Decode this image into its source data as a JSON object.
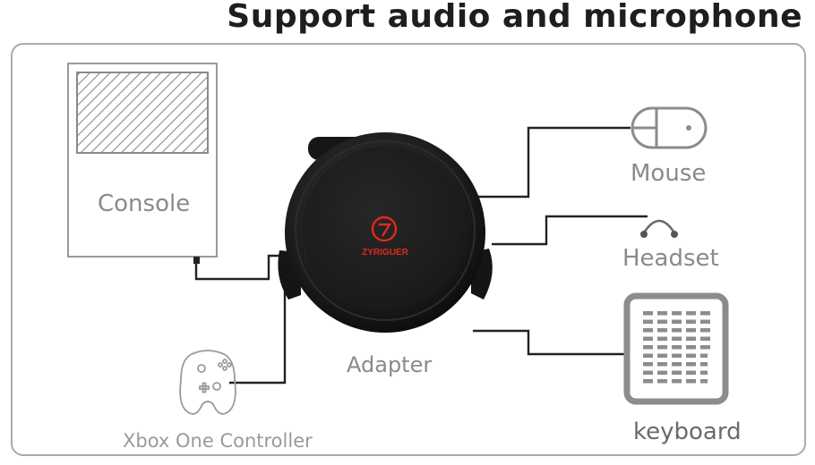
{
  "title": "Support audio and microphone",
  "labels": {
    "console": "Console",
    "adapter": "Adapter",
    "mouse": "Mouse",
    "headset": "Headset",
    "keyboard": "keyboard",
    "controller": "Xbox One Controller"
  },
  "adapter_logo_text": "ZYRIGUER",
  "icons": {
    "console": "console-icon",
    "adapter": "adapter-device",
    "mouse": "mouse-icon",
    "headset": "headset-icon",
    "keyboard": "keyboard-icon",
    "controller": "gamepad-icon"
  },
  "colors": {
    "title": "#1e1e1e",
    "label": "#8a8a8a",
    "line": "#222222",
    "icon": "#8c8c8c",
    "adapter_body": "#1b1b1b",
    "logo": "#e0291f"
  }
}
